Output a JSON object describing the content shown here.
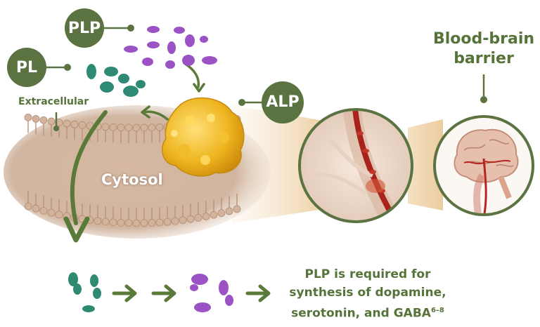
{
  "labels": {
    "plp": "PLP",
    "pl": "PL",
    "alp": "ALP",
    "extracellular": "Extracellular",
    "cytosol": "Cytosol",
    "bbb_line1": "Blood-brain",
    "bbb_line2": "barrier",
    "caption_line1": "PLP is required for",
    "caption_line2": "synthesis of dopamine,",
    "caption_line3": "serotonin, and GABA",
    "caption_sup": "6–8"
  },
  "colors": {
    "brand_green": "#56733a",
    "bubble_green": "#5a7340",
    "arrow_green": "#5a7a3a",
    "pl_teal": "#2f8a73",
    "plp_purple": "#9a52c4",
    "alp_gold": "#e8b21e",
    "membrane": "#c8a890",
    "vessel_red": "#b3261e"
  },
  "icons": [
    "plp-molecule-cluster",
    "pl-molecule-cluster",
    "alp-enzyme",
    "cell-membrane",
    "blood-vessel",
    "brain"
  ]
}
